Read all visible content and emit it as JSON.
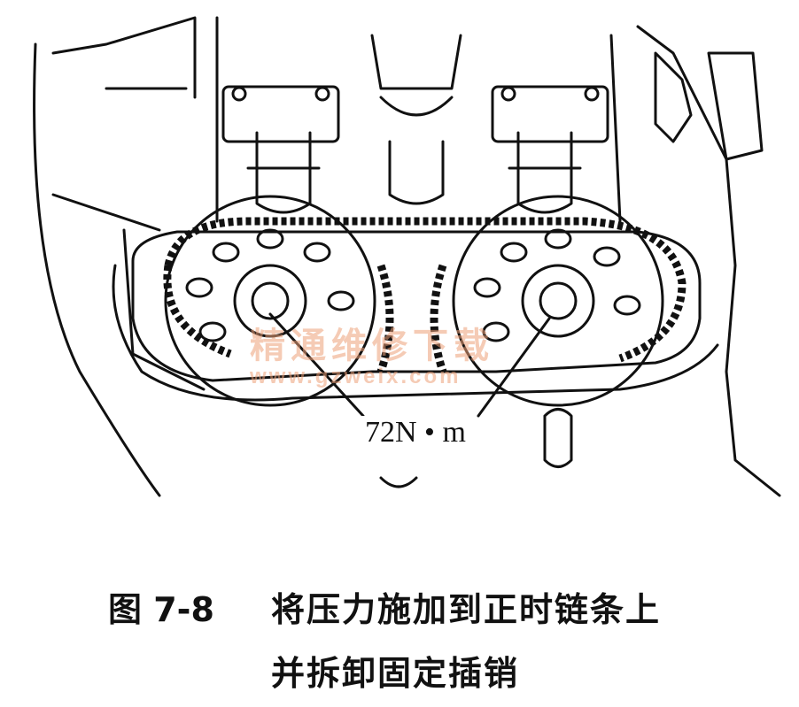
{
  "figure": {
    "torque_label": "72N • m",
    "watermark_cn": "精通维修下载",
    "watermark_url": "www.gzweix.com"
  },
  "caption": {
    "number": "图 7-8",
    "line1": "将压力施加到正时链条上",
    "line2": "并拆卸固定插销"
  }
}
